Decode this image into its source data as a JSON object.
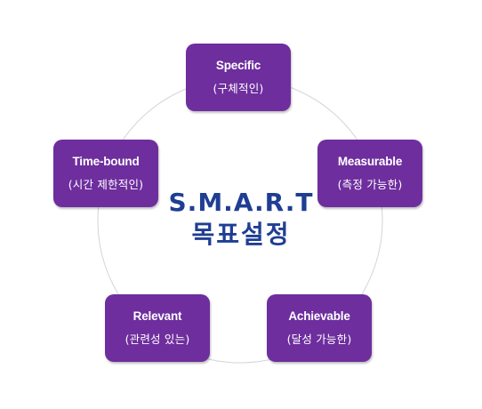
{
  "diagram": {
    "center": {
      "line1": "S.M.A.R.T",
      "line2": "목표설정"
    },
    "nodes": {
      "specific": {
        "title": "Specific",
        "subtitle": "(구체적인)"
      },
      "measurable": {
        "title": "Measurable",
        "subtitle": "(측정 가능한)"
      },
      "achievable": {
        "title": "Achievable",
        "subtitle": "(달성 가능한)"
      },
      "relevant": {
        "title": "Relevant",
        "subtitle": "(관련성 있는)"
      },
      "timebound": {
        "title": "Time-bound",
        "subtitle": "(시간 제한적인)"
      }
    },
    "colors": {
      "node_fill": "#6e2e9e",
      "node_text": "#ffffff",
      "center_text": "#1f3e93",
      "ring_stroke": "#d4d4dc"
    }
  }
}
